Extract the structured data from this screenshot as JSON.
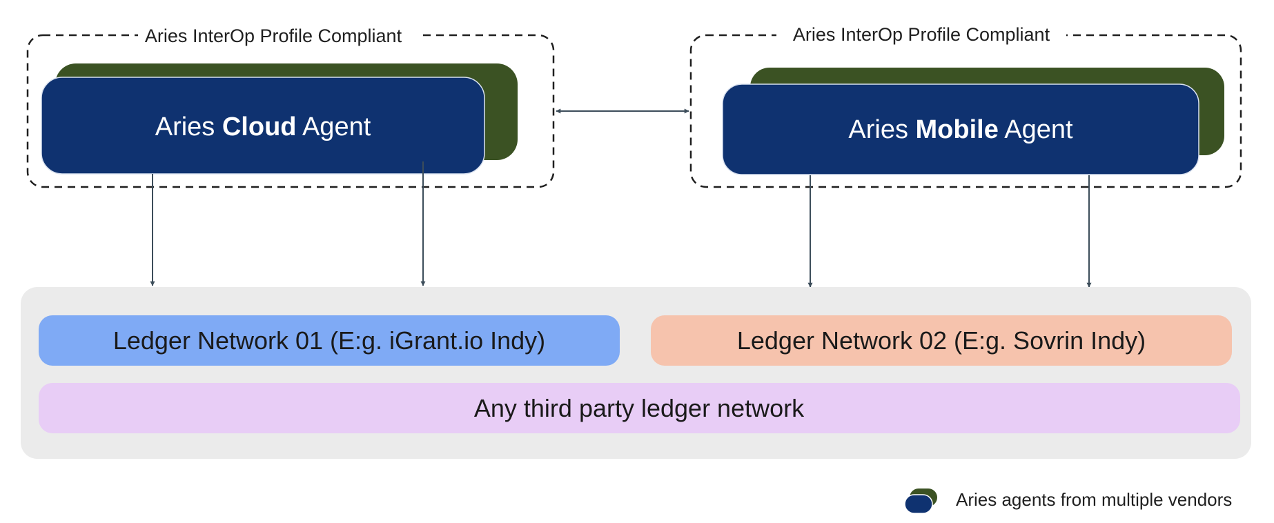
{
  "diagram": {
    "left_group": {
      "label": "Aries InterOp Profile Compliant",
      "agent": {
        "prefix": "Aries ",
        "bold": "Cloud",
        "suffix": " Agent"
      }
    },
    "right_group": {
      "label": "Aries InterOp Profile Compliant",
      "agent": {
        "prefix": "Aries ",
        "bold": "Mobile",
        "suffix": " Agent"
      }
    },
    "ledgers": {
      "network_01": "Ledger Network 01 (E:g. iGrant.io Indy)",
      "network_02": "Ledger Network 02 (E:g. Sovrin Indy)",
      "third_party": "Any third party ledger network"
    },
    "legend": {
      "label": "Aries agents from multiple vendors"
    },
    "colors": {
      "agent_front": "#0f3270",
      "agent_back": "#3b5223",
      "ledger_container": "#ebebeb",
      "ledger_01": "#7faaf5",
      "ledger_02": "#f6c3ad",
      "ledger_third_party": "#e8cdf6",
      "connector": "#3c4d5a"
    }
  }
}
